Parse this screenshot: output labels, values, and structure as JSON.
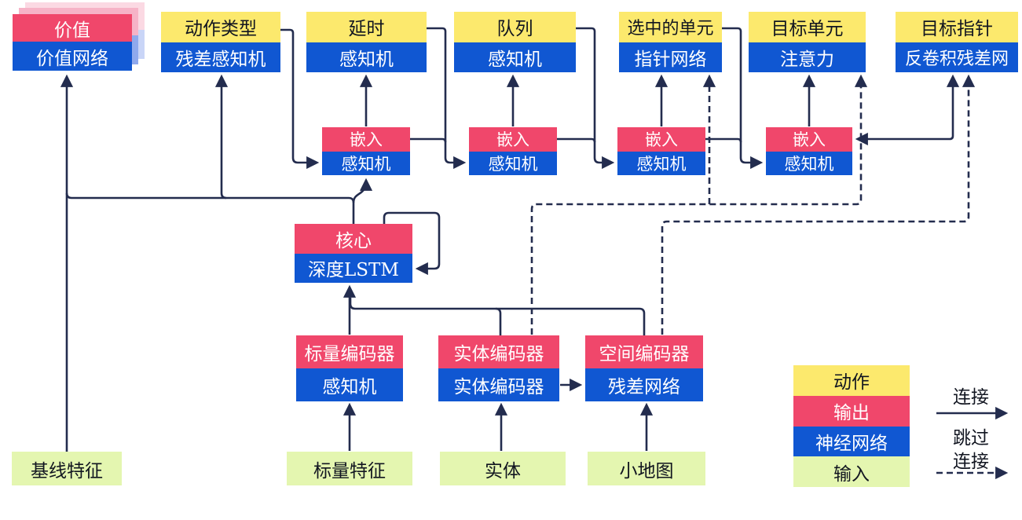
{
  "diagram": {
    "title_hint": "agent-architecture-diagram",
    "nodes": {
      "value": {
        "top": "价值",
        "bottom": "价值网络"
      },
      "action_type": {
        "top": "动作类型",
        "bottom": "残差感知机"
      },
      "delay": {
        "top": "延时",
        "bottom": "感知机"
      },
      "queue": {
        "top": "队列",
        "bottom": "感知机"
      },
      "selected_units": {
        "top": "选中的单元",
        "bottom": "指针网络"
      },
      "target_unit": {
        "top": "目标单元",
        "bottom": "注意力"
      },
      "target_point": {
        "top": "目标指针",
        "bottom": "反卷积残差网"
      },
      "embed_1": {
        "top": "嵌入",
        "bottom": "感知机"
      },
      "embed_2": {
        "top": "嵌入",
        "bottom": "感知机"
      },
      "embed_3": {
        "top": "嵌入",
        "bottom": "感知机"
      },
      "embed_4": {
        "top": "嵌入",
        "bottom": "感知机"
      },
      "core": {
        "top": "核心",
        "bottom": "深度LSTM"
      },
      "scalar_encoder": {
        "top": "标量编码器",
        "bottom": "感知机"
      },
      "entity_encoder": {
        "top": "实体编码器",
        "bottom": "实体编码器"
      },
      "spatial_encoder": {
        "top": "空间编码器",
        "bottom": "残差网络"
      },
      "input_baseline": {
        "label": "基线特征"
      },
      "input_scalar": {
        "label": "标量特征"
      },
      "input_entity": {
        "label": "实体"
      },
      "input_minimap": {
        "label": "小地图"
      }
    },
    "legend": {
      "action": "动作",
      "output": "输出",
      "network": "神经网络",
      "input": "输入",
      "solid_connection": "连接",
      "skip_connection_line1": "跳过",
      "skip_connection_line2": "连接"
    },
    "colors": {
      "action_yellow": "#fce96d",
      "output_red": "#f0476b",
      "network_blue": "#1057d2",
      "input_green": "#e4f6b0",
      "line_navy": "#232c4e",
      "echo_pink": "#f6b3c7",
      "echo_blue": "#8fa9ed"
    }
  }
}
